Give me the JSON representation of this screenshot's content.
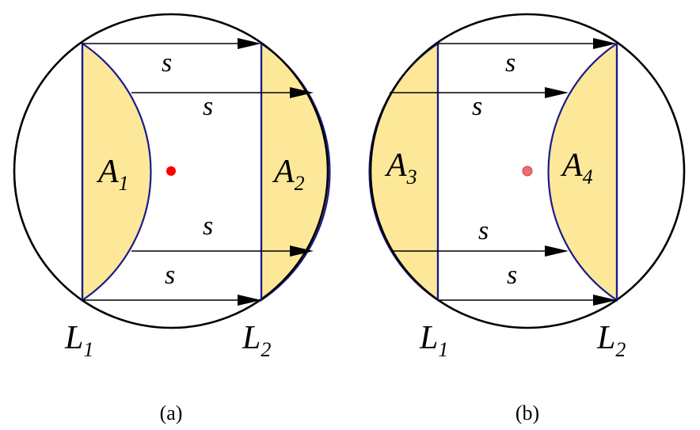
{
  "panels": [
    {
      "caption": "(a)",
      "region_labels": [
        {
          "letter": "A",
          "sub": "1"
        },
        {
          "letter": "A",
          "sub": "2"
        }
      ],
      "line_labels": [
        {
          "letter": "L",
          "sub": "1"
        },
        {
          "letter": "L",
          "sub": "2"
        }
      ],
      "arrow_labels": [
        "s",
        "s",
        "s",
        "s"
      ],
      "center_color": "#ff0000"
    },
    {
      "caption": "(b)",
      "region_labels": [
        {
          "letter": "A",
          "sub": "3"
        },
        {
          "letter": "A",
          "sub": "4"
        }
      ],
      "line_labels": [
        {
          "letter": "L",
          "sub": "1"
        },
        {
          "letter": "L",
          "sub": "2"
        }
      ],
      "arrow_labels": [
        "s",
        "s",
        "s",
        "s"
      ],
      "center_color": "#e87070"
    }
  ],
  "colors": {
    "region_fill": "#fde89a",
    "region_stroke": "#1a1a8c",
    "circle_stroke": "#000000"
  }
}
